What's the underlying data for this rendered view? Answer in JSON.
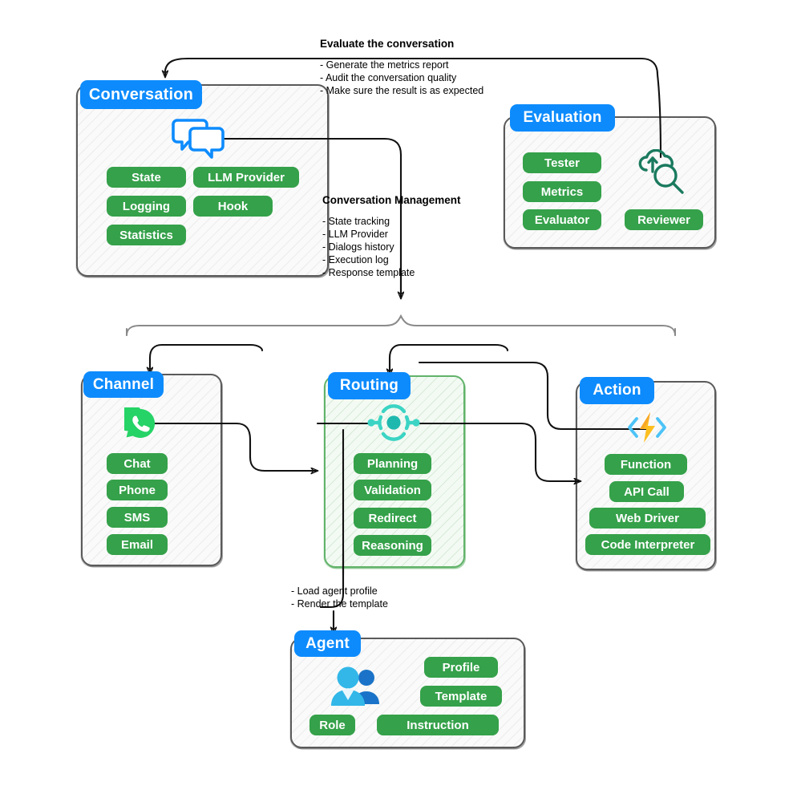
{
  "diagram": {
    "title": "Agent framework architecture",
    "colors": {
      "tab_blue": "#0d8bfd",
      "pill_green": "#35a14a",
      "routing_green_border": "#62b36a",
      "box_border_gray": "#5a5a5a",
      "connector_black": "#111111",
      "teal_icon": "#3bd4c4",
      "eval_icon": "#1a7a5e",
      "whatsapp_green": "#25d366",
      "action_yellow": "#fdbe1f",
      "action_cyan": "#4cc3f7",
      "agent_cyan": "#32b7e8",
      "agent_blue": "#1a73c8",
      "chat_blue": "#0d8bfd"
    }
  },
  "modules": {
    "conversation": {
      "title": "Conversation",
      "icon": "chat-bubbles-icon",
      "pills": [
        "State",
        "LLM Provider",
        "Logging",
        "Hook",
        "Statistics"
      ]
    },
    "evaluation": {
      "title": "Evaluation",
      "icon": "cloud-search-icon",
      "pills": [
        "Tester",
        "Metrics",
        "Evaluator",
        "Reviewer"
      ]
    },
    "channel": {
      "title": "Channel",
      "icon": "whatsapp-icon",
      "pills": [
        "Chat",
        "Phone",
        "SMS",
        "Email"
      ]
    },
    "routing": {
      "title": "Routing",
      "icon": "routing-hub-icon",
      "pills": [
        "Planning",
        "Validation",
        "Redirect",
        "Reasoning"
      ]
    },
    "action": {
      "title": "Action",
      "icon": "code-lightning-icon",
      "pills": [
        "Function",
        "API Call",
        "Web Driver",
        "Code Interpreter"
      ]
    },
    "agent": {
      "title": "Agent",
      "icon": "users-icon",
      "pills": [
        "Profile",
        "Template",
        "Role",
        "Instruction"
      ]
    }
  },
  "annotations": {
    "evaluate": {
      "title": "Evaluate the conversation",
      "lines": [
        "- Generate the metrics report",
        "- Audit the conversation quality",
        "- Make sure the result is as expected"
      ]
    },
    "conversation_management": {
      "title": "Conversation Management",
      "lines": [
        "- State tracking",
        "- LLM Provider",
        "- Dialogs history",
        "- Execution log",
        "- Response template"
      ]
    },
    "agent_notes": {
      "title": "",
      "lines": [
        "- Load agent profile",
        "- Render the template"
      ]
    }
  }
}
